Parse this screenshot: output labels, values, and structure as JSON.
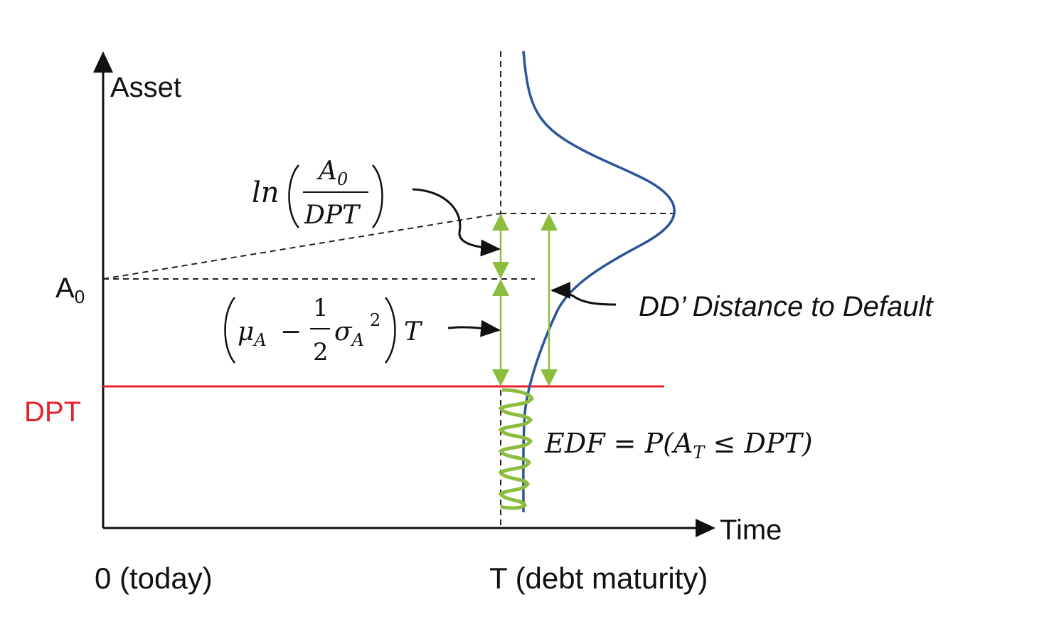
{
  "axes": {
    "y_label": "Asset",
    "x_label": "Time",
    "origin_label": "0 (today)",
    "maturity_label": "T (debt maturity)"
  },
  "levels": {
    "a0_label": "A",
    "a0_sub": "0",
    "dpt_label": "DPT"
  },
  "formulas": {
    "ln_prefix": "ln",
    "ln_numerator": "A",
    "ln_numerator_sub": "0",
    "ln_denominator": "DPT",
    "drift_mu": "μ",
    "drift_sub_a": "A",
    "drift_minus": "−",
    "drift_num": "1",
    "drift_den": "2",
    "drift_sigma": "σ",
    "drift_sub_a2": "A",
    "drift_sq": "2",
    "drift_t": "T",
    "edf_text": "EDF = P(A",
    "edf_sub": "T",
    "edf_tail": " ≤ DPT)"
  },
  "annotations": {
    "dd_label": "DD’ Distance to Default"
  },
  "colors": {
    "axis": "#111111",
    "dpt_line": "#e8202a",
    "dpt_text": "#e8202a",
    "distribution": "#2b5597",
    "green_arrows": "#8cbd3f",
    "dashed": "#222222"
  }
}
